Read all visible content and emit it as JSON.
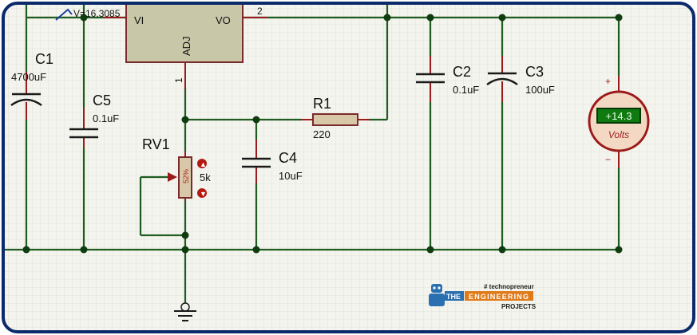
{
  "colors": {
    "grid": "#cfcfc4",
    "background": "#f4f4ee",
    "frame": "#0a2a6a",
    "wire": "#1f5c1f",
    "lead": "#9b1a1a",
    "chip": "#c8c7a8",
    "meter_display": "#0f7a0f",
    "meter_text": "#a02020"
  },
  "probe": {
    "label": "V=16.3085"
  },
  "regulator": {
    "pin_vi": "VI",
    "pin_vo": "VO",
    "pin_adj": "ADJ",
    "pin_out_number": "2",
    "pin_adj_number": "1"
  },
  "components": {
    "c1": {
      "name": "C1",
      "value": "4700uF"
    },
    "c5": {
      "name": "C5",
      "value": "0.1uF"
    },
    "rv1": {
      "name": "RV1",
      "value": "5k",
      "percent": "52%"
    },
    "c4": {
      "name": "C4",
      "value": "10uF"
    },
    "r1": {
      "name": "R1",
      "value": "220"
    },
    "c2": {
      "name": "C2",
      "value": "0.1uF"
    },
    "c3": {
      "name": "C3",
      "value": "100uF"
    }
  },
  "voltmeter": {
    "reading": "+14.3",
    "unit": "Volts",
    "plus": "+",
    "minus": "−"
  },
  "logo": {
    "tagline": "# technopreneur",
    "the": "THE",
    "name": "ENGINEERING",
    "sub": "PROJECTS"
  }
}
